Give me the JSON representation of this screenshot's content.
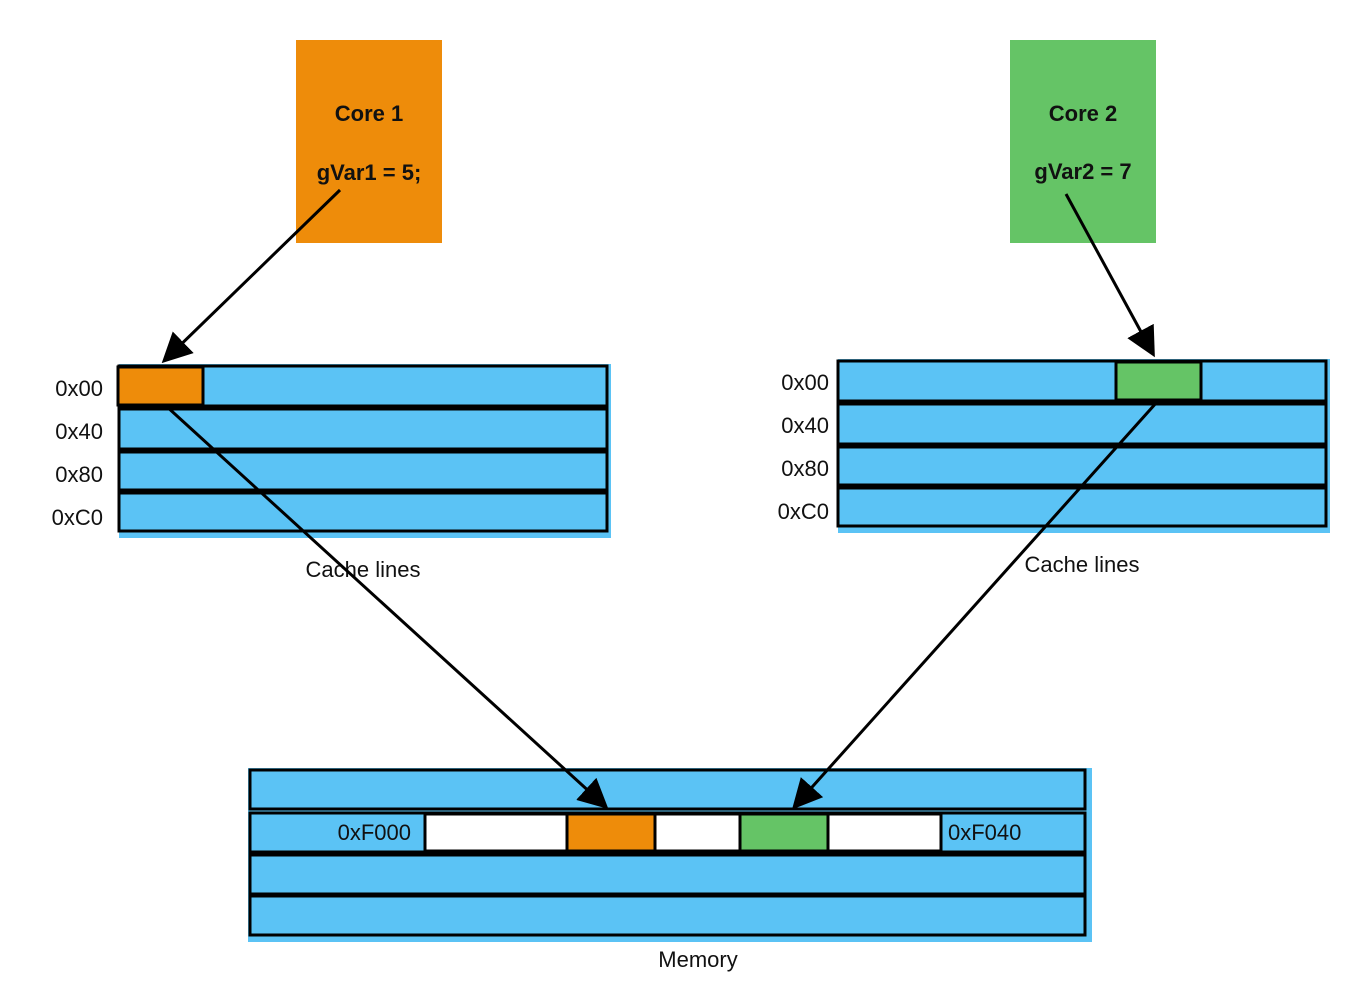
{
  "core1": {
    "title": "Core 1",
    "code": "gVar1 = 5;",
    "color": "#EE8C0A"
  },
  "core2": {
    "title": "Core 2",
    "code": "gVar2 = 7",
    "color": "#65C466"
  },
  "cache_color": "#5BC3F5",
  "cache1": {
    "addresses": [
      "0x00",
      "0x40",
      "0x80",
      "0xC0"
    ],
    "label": "Cache lines"
  },
  "cache2": {
    "addresses": [
      "0x00",
      "0x40",
      "0x80",
      "0xC0"
    ],
    "label": "Cache lines"
  },
  "memory": {
    "start_address": "0xF000",
    "end_address": "0xF040",
    "label": "Memory"
  }
}
